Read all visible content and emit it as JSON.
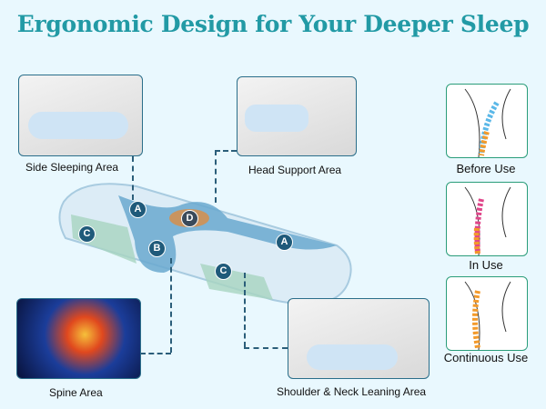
{
  "title": "Ergonomic Design for Your Deeper Sleep",
  "areas": {
    "side_sleeping": "Side Sleeping Area",
    "head_support": "Head Support Area",
    "spine": "Spine Area",
    "shoulder_neck": "Shoulder & Neck Leaning Area"
  },
  "markers": {
    "a1": "A",
    "a2": "A",
    "b": "B",
    "c1": "C",
    "c2": "C",
    "d": "D"
  },
  "comparison": [
    {
      "label": "Before Use",
      "color": "#5bb8e8"
    },
    {
      "label": "In Use",
      "color": "#e0468a"
    },
    {
      "label": "Continuous Use",
      "color": "#f39a2b"
    }
  ]
}
